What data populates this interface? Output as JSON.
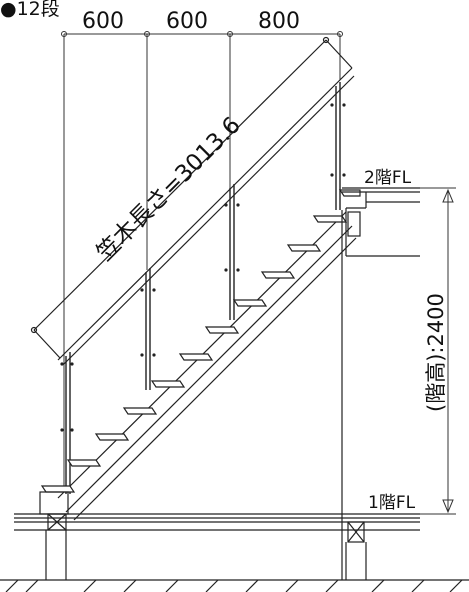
{
  "title": "●12段",
  "dimensions": {
    "top_spans": [
      "600",
      "600",
      "800"
    ],
    "stringer_length": "笠木長さ=3013.6",
    "floor_height": "(階高):2400"
  },
  "levels": {
    "upper": "2階FL",
    "lower": "1階FL"
  },
  "stair": {
    "step_count": 12
  }
}
